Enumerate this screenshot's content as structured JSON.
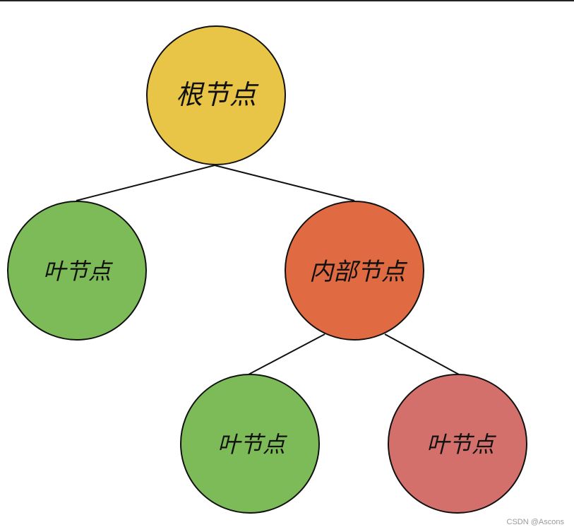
{
  "nodes": {
    "root": {
      "label": "根节点",
      "color": "#E8C547"
    },
    "leaf_left": {
      "label": "叶节点",
      "color": "#7DBB58"
    },
    "internal": {
      "label": "内部节点",
      "color": "#E06A42"
    },
    "leaf_bottom_left": {
      "label": "叶节点",
      "color": "#7DBB58"
    },
    "leaf_bottom_right": {
      "label": "叶节点",
      "color": "#D4706B"
    }
  },
  "edges": [
    {
      "from": "root",
      "to": "leaf_left"
    },
    {
      "from": "root",
      "to": "internal"
    },
    {
      "from": "internal",
      "to": "leaf_bottom_left"
    },
    {
      "from": "internal",
      "to": "leaf_bottom_right"
    }
  ],
  "stroke_color": "#111111",
  "watermark": "CSDN @Ascons"
}
